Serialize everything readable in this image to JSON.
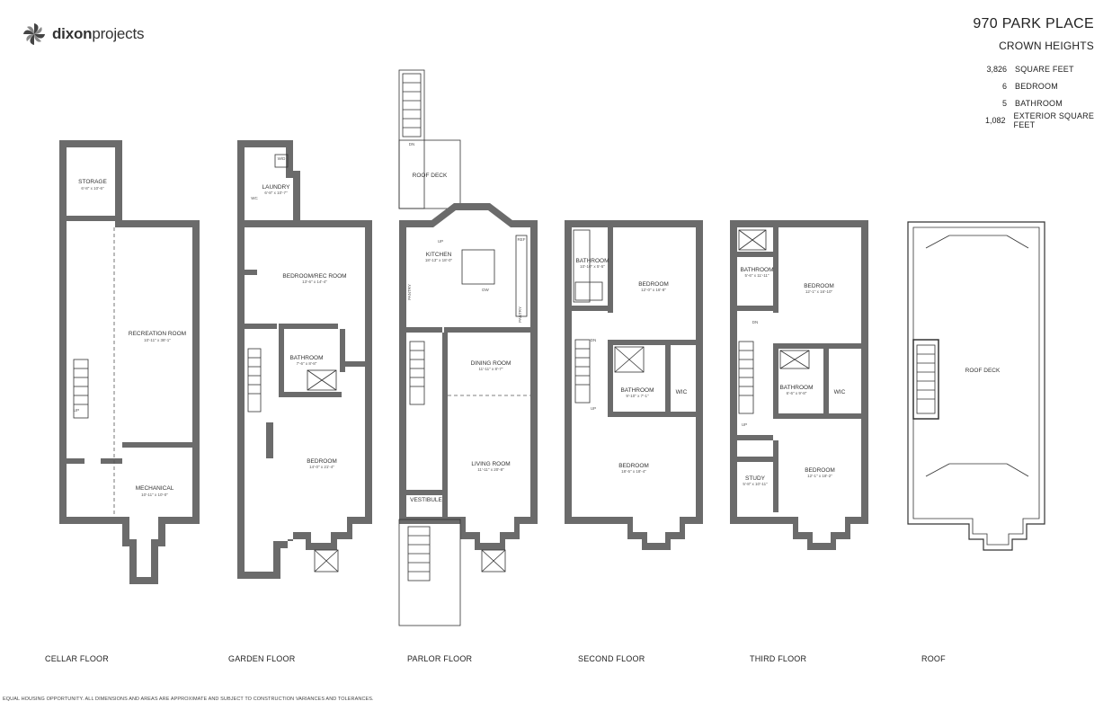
{
  "brand": {
    "name_bold": "dixon",
    "name_rest": "projects",
    "icon": "pinwheel-logo-icon"
  },
  "property": {
    "address": "970 PARK PLACE",
    "neighborhood": "CROWN HEIGHTS",
    "stats": [
      {
        "value": "3,826",
        "label": "SQUARE FEET"
      },
      {
        "value": "6",
        "label": "BEDROOM"
      },
      {
        "value": "5",
        "label": "BATHROOM"
      },
      {
        "value": "1,082",
        "label": "EXTERIOR SQUARE FEET"
      }
    ]
  },
  "floors": [
    {
      "name": "CELLAR FLOOR"
    },
    {
      "name": "GARDEN FLOOR"
    },
    {
      "name": "PARLOR FLOOR"
    },
    {
      "name": "SECOND FLOOR"
    },
    {
      "name": "THIRD FLOOR"
    },
    {
      "name": "ROOF"
    }
  ],
  "rooms": {
    "storage": {
      "name": "STORAGE",
      "dim": "6'-8\" x 10'-6\""
    },
    "recreation": {
      "name": "RECREATION ROOM",
      "dim": "10'-11\" x 38'-1\""
    },
    "mechanical": {
      "name": "MECHANICAL",
      "dim": "10'-11\" x 10'-0\""
    },
    "laundry": {
      "name": "LAUNDRY",
      "dim": "6'-8\" x 10'-7\""
    },
    "wc": {
      "name": "WC"
    },
    "bedrec": {
      "name": "BEDROOM/REC ROOM",
      "dim": "13'-6\" x 14'-4\""
    },
    "garden_bath": {
      "name": "BATHROOM",
      "dim": "7'-6\" x 8'-8\""
    },
    "garden_bed": {
      "name": "BEDROOM",
      "dim": "14'-0\" x 21'-4\""
    },
    "roofdeck_parlor": {
      "name": "ROOF DECK"
    },
    "kitchen": {
      "name": "KITCHEN",
      "dim": "18'-13\" x 18'-0\""
    },
    "pantry": {
      "name": "PANTRY"
    },
    "ref": {
      "name": "REF"
    },
    "dw": {
      "name": "DW"
    },
    "dining": {
      "name": "DINING ROOM",
      "dim": "11'-11\" x 8'-7\""
    },
    "living": {
      "name": "LIVING ROOM",
      "dim": "11'-11\" x 20'-8\""
    },
    "vestibule": {
      "name": "VESTIBULE"
    },
    "second_bath1": {
      "name": "BATHROOM",
      "dim": "10'-10\" x 5'-5\""
    },
    "second_bed1": {
      "name": "BEDROOM",
      "dim": "12'-0\" x 16'-8\""
    },
    "second_bath2": {
      "name": "BATHROOM",
      "dim": "9'-10\" x 7'-1\""
    },
    "second_wic": {
      "name": "WIC"
    },
    "second_bed2": {
      "name": "BEDROOM",
      "dim": "18'-5\" x 18'-4\""
    },
    "third_bath1": {
      "name": "BATHROOM",
      "dim": "5'-6\" x 11'-11\""
    },
    "third_bed1": {
      "name": "BEDROOM",
      "dim": "12'-1\" x 16'-10\""
    },
    "third_bath2": {
      "name": "BATHROOM",
      "dim": "6'-6\" x 9'-8\""
    },
    "third_wic": {
      "name": "WIC"
    },
    "study": {
      "name": "STUDY",
      "dim": "5'-8\" x 10'-11\""
    },
    "third_bed2": {
      "name": "BEDROOM",
      "dim": "12'-1\" x 18'-2\""
    },
    "roofdeck": {
      "name": "ROOF DECK"
    }
  },
  "markers": {
    "up": "UP",
    "dn": "DN",
    "wd": "W/D"
  },
  "footer_note": "EQUAL HOUSING OPPORTUNITY. ALL DIMENSIONS AND AREAS ARE APPROXIMATE AND SUBJECT TO CONSTRUCTION VARIANCES AND TOLERANCES."
}
